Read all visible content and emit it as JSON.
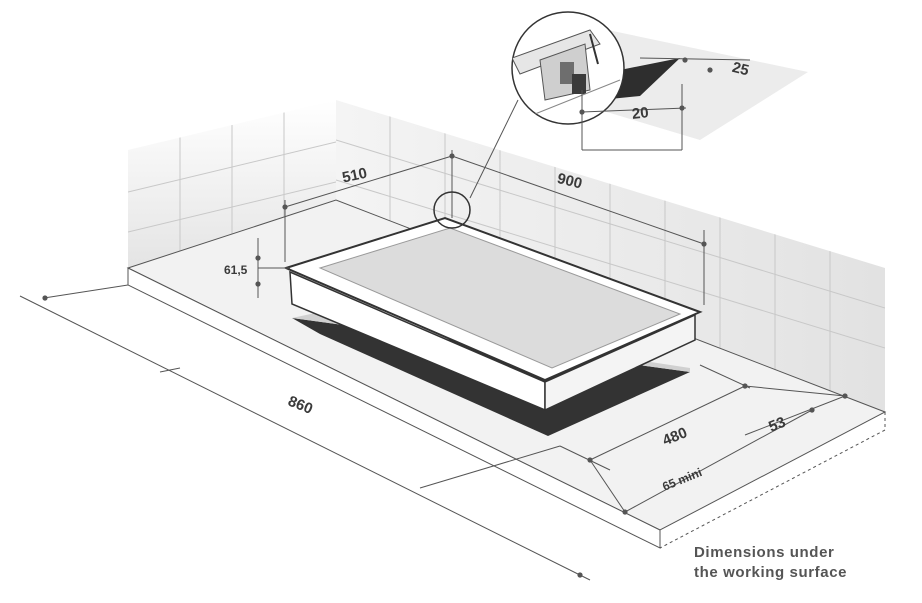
{
  "dimensions": {
    "width_total": "860",
    "hob_width": "900",
    "hob_depth": "510",
    "hob_height": "61,5",
    "cutout_depth": "480",
    "rear_clearance": "53",
    "front_clearance": "65 mini",
    "detail_width": "25",
    "detail_height": "20"
  },
  "caption": {
    "line1": "Dimensions under",
    "line2": "the working surface"
  },
  "colors": {
    "line": "#555555",
    "grid": "#c8c8c8",
    "wall_shade": "#e6e6e6",
    "cutout": "#333333",
    "glass": "#dcdcdc"
  }
}
